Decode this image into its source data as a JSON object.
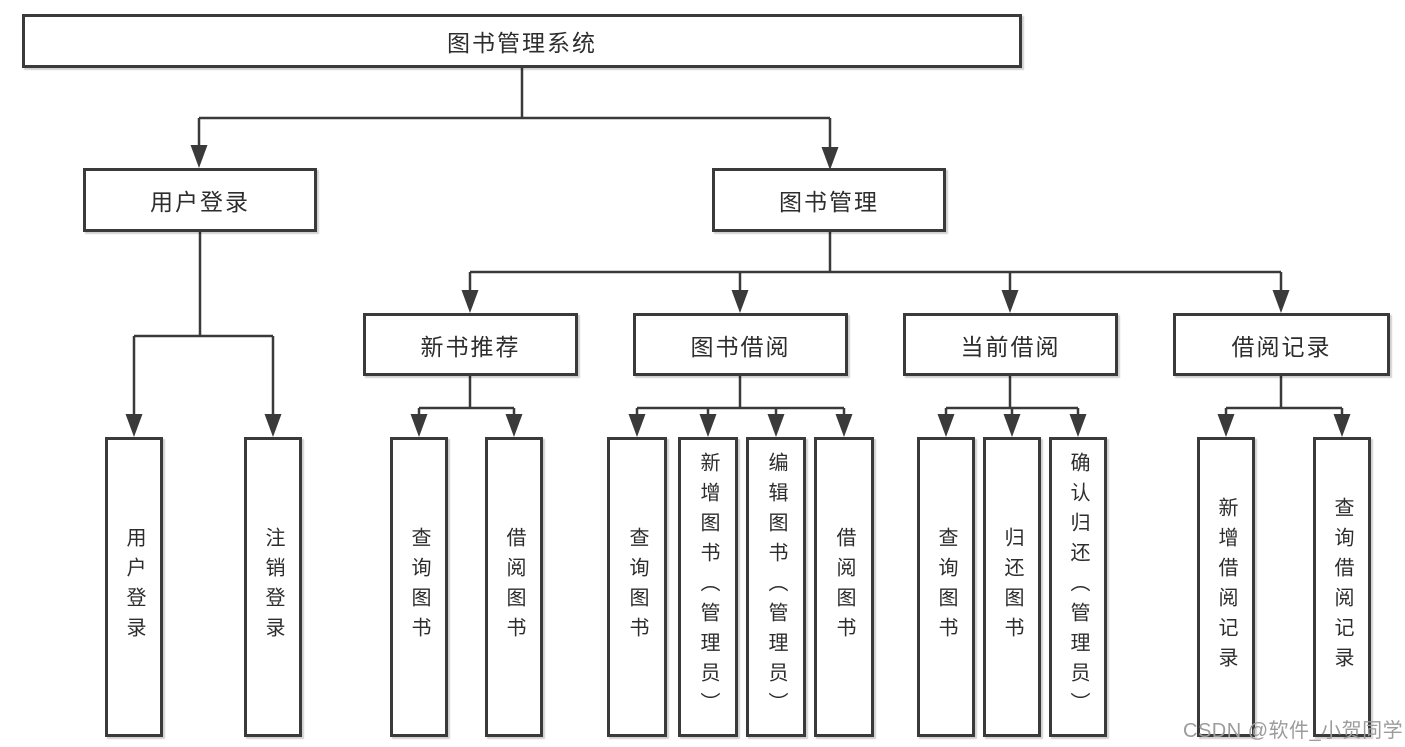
{
  "diagram": {
    "title": "图书管理系统",
    "colors": {
      "line": "#3a3a3a",
      "box_border": "#3a3a3a",
      "text": "#2d2d2d",
      "watermark": "#9c9c9c",
      "background": "#ffffff"
    },
    "root": {
      "label": "图书管理系统"
    },
    "level2": [
      {
        "label": "用户登录"
      },
      {
        "label": "图书管理"
      }
    ],
    "level3": [
      {
        "label": "新书推荐"
      },
      {
        "label": "图书借阅"
      },
      {
        "label": "当前借阅"
      },
      {
        "label": "借阅记录"
      }
    ],
    "children": {
      "user_login": [
        "用户登录",
        "注销登录"
      ],
      "new_book_recommend": [
        "查询图书",
        "借阅图书"
      ],
      "book_borrow": [
        "查询图书",
        "新增图书（管理员）",
        "编辑图书（管理员）",
        "借阅图书"
      ],
      "current_borrow": [
        "查询图书",
        "归还图书",
        "确认归还（管理员）"
      ],
      "borrow_records": [
        "新增借阅记录",
        "查询借阅记录"
      ]
    },
    "watermark": "CSDN @软件_小贺同学"
  }
}
